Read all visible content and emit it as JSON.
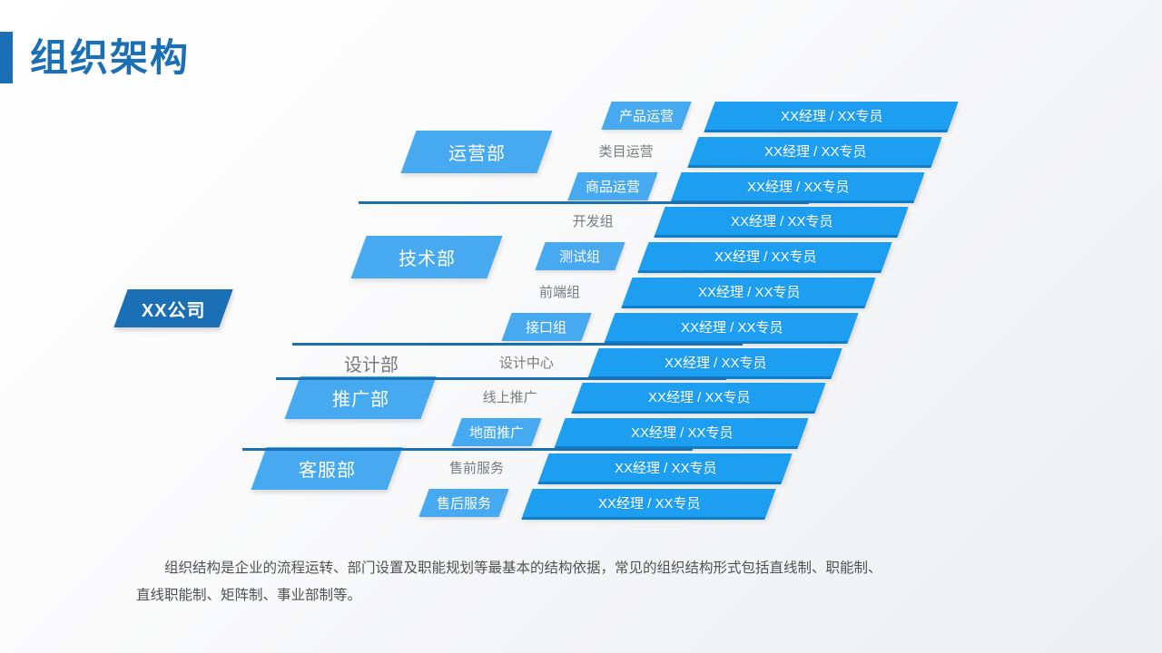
{
  "header": {
    "title": "组织架构",
    "accent_color": "#1b6fb4"
  },
  "colors": {
    "root": "#1b6fb4",
    "department": "#47aaf0",
    "sub_unit": "#47aaf0",
    "leaf": "#1e9ef0",
    "leaf_shadow": "#0d7fc9",
    "plain_text": "#777b80",
    "divider": "#1b6fb4"
  },
  "root": {
    "label": "XX公司"
  },
  "leaf_label": "XX经理 / XX专员",
  "departments": [
    {
      "label": "运营部",
      "boxed": true,
      "units": [
        {
          "label": "产品运营",
          "boxed": true,
          "leaf": "XX经理 / XX专员"
        },
        {
          "label": "类目运营",
          "boxed": false,
          "leaf": "XX经理 / XX专员"
        },
        {
          "label": "商品运营",
          "boxed": true,
          "leaf": "XX经理 / XX专员"
        }
      ]
    },
    {
      "label": "技术部",
      "boxed": true,
      "units": [
        {
          "label": "开发组",
          "boxed": false,
          "leaf": "XX经理 / XX专员"
        },
        {
          "label": "测试组",
          "boxed": true,
          "leaf": "XX经理 / XX专员"
        },
        {
          "label": "前端组",
          "boxed": false,
          "leaf": "XX经理 / XX专员"
        },
        {
          "label": "接口组",
          "boxed": true,
          "leaf": "XX经理 / XX专员"
        }
      ]
    },
    {
      "label": "设计部",
      "boxed": false,
      "units": [
        {
          "label": "设计中心",
          "boxed": false,
          "leaf": "XX经理 / XX专员"
        }
      ]
    },
    {
      "label": "推广部",
      "boxed": true,
      "units": [
        {
          "label": "线上推广",
          "boxed": false,
          "leaf": "XX经理 / XX专员"
        },
        {
          "label": "地面推广",
          "boxed": true,
          "leaf": "XX经理 / XX专员"
        }
      ]
    },
    {
      "label": "客服部",
      "boxed": true,
      "units": [
        {
          "label": "售前服务",
          "boxed": false,
          "leaf": "XX经理 / XX专员"
        },
        {
          "label": "售后服务",
          "boxed": true,
          "leaf": "XX经理 / XX专员"
        }
      ]
    }
  ],
  "caption": {
    "line1": "组织结构是企业的流程运转、部门设置及职能规划等最基本的结构依据，常见的组织结构形式包括直线制、职能制、",
    "line2": "直线职能制、矩阵制、事业部制等。"
  },
  "chart_data": {
    "type": "diagram",
    "title": "组织架构",
    "root": "XX公司",
    "levels": 3,
    "nodes": [
      {
        "level": 1,
        "label": "XX公司"
      },
      {
        "level": 2,
        "label": "运营部",
        "parent": "XX公司"
      },
      {
        "level": 3,
        "label": "产品运营",
        "parent": "运营部",
        "leaf": "XX经理 / XX专员"
      },
      {
        "level": 3,
        "label": "类目运营",
        "parent": "运营部",
        "leaf": "XX经理 / XX专员"
      },
      {
        "level": 3,
        "label": "商品运营",
        "parent": "运营部",
        "leaf": "XX经理 / XX专员"
      },
      {
        "level": 2,
        "label": "技术部",
        "parent": "XX公司"
      },
      {
        "level": 3,
        "label": "开发组",
        "parent": "技术部",
        "leaf": "XX经理 / XX专员"
      },
      {
        "level": 3,
        "label": "测试组",
        "parent": "技术部",
        "leaf": "XX经理 / XX专员"
      },
      {
        "level": 3,
        "label": "前端组",
        "parent": "技术部",
        "leaf": "XX经理 / XX专员"
      },
      {
        "level": 3,
        "label": "接口组",
        "parent": "技术部",
        "leaf": "XX经理 / XX专员"
      },
      {
        "level": 2,
        "label": "设计部",
        "parent": "XX公司"
      },
      {
        "level": 3,
        "label": "设计中心",
        "parent": "设计部",
        "leaf": "XX经理 / XX专员"
      },
      {
        "level": 2,
        "label": "推广部",
        "parent": "XX公司"
      },
      {
        "level": 3,
        "label": "线上推广",
        "parent": "推广部",
        "leaf": "XX经理 / XX专员"
      },
      {
        "level": 3,
        "label": "地面推广",
        "parent": "推广部",
        "leaf": "XX经理 / XX专员"
      },
      {
        "level": 2,
        "label": "客服部",
        "parent": "XX公司"
      },
      {
        "level": 3,
        "label": "售前服务",
        "parent": "客服部",
        "leaf": "XX经理 / XX专员"
      },
      {
        "level": 3,
        "label": "售后服务",
        "parent": "客服部",
        "leaf": "XX经理 / XX专员"
      }
    ]
  }
}
